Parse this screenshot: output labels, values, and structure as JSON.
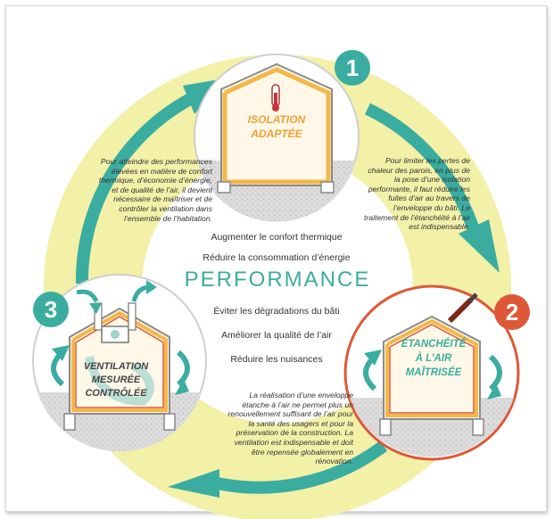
{
  "center": {
    "items_top": [
      "Augmenter le confort thermique",
      "Réduire la consommation d’énergie"
    ],
    "title": "PERFORMANCE",
    "items_bottom": [
      "Éviter les dégradations du bâti",
      "Améliorer la qualité de l’air",
      "Réduire les nuisances"
    ]
  },
  "steps": [
    {
      "number": "1",
      "label_line1": "ISOLATION",
      "label_line2": "ADAPTÉE"
    },
    {
      "number": "2",
      "label_line1": "ÉTANCHÉITÉ",
      "label_line2": "À L’AIR",
      "label_line3": "MAÎTRISÉE"
    },
    {
      "number": "3",
      "label_line1": "VENTILATION",
      "label_line2": "MESURÉE",
      "label_line3": "CONTRÔLÉE"
    }
  ],
  "texts": {
    "left": "Pour atteindre des performances élevées en matière de confort thermique, d’économie d’énergie, et de qualité de l’air, il devient nécessaire de maîtriser et de contrôler la ventilation dans l’ensemble de l’habitation.",
    "right": "Pour limiter les pertes de chaleur des parois, en plus de la pose d’une isolation performante, il faut réduire les fuites d’air au travers de l’enveloppe du bâti. Le traitement de l’étanchéité à l’air est indispensable.",
    "bottom": "La réalisation d’une enveloppe étanche à l’air ne permet plus un renouvellement suffisant de l’air pour la santé des usagers et pour la préservation de la construction. La ventilation est indispensable et doit être repensée globalement en rénovation."
  },
  "colors": {
    "ring": "#f3f0a8",
    "teal": "#3aada0",
    "orange": "#f0a030",
    "red": "#de5838",
    "ground": "#d8d8d8"
  }
}
